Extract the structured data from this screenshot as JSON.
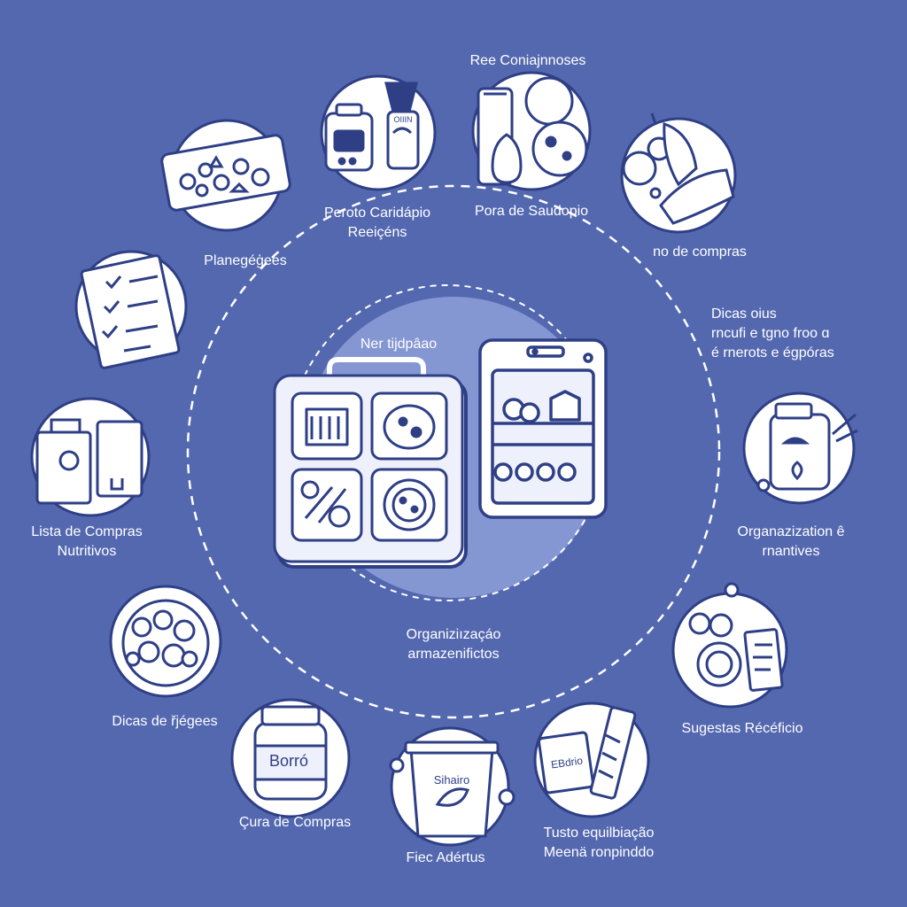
{
  "colors": {
    "background": "#5468b0",
    "line": "#ffffff",
    "ink": "#2e3f86",
    "glow": "#8ea0d8"
  },
  "center": {
    "top_label": "Ner tijdpâao",
    "bottom_label": [
      "Organiziızaçáo",
      "armazenifictos"
    ],
    "icons": [
      "lunchbox-icon",
      "refrigerator-icon"
    ]
  },
  "nodes": [
    {
      "id": "menu",
      "icon": "meal-tray-icon",
      "label": [
        "Planegéģees"
      ]
    },
    {
      "id": "jars",
      "icon": "jars-icon",
      "label": [
        "Peroto Caridápio",
        "Reeiçéns"
      ]
    },
    {
      "id": "produce",
      "icon": "produce-icon",
      "label": [
        "Ree Coniajnnoses",
        "Pora de Saudopio"
      ]
    },
    {
      "id": "fruits",
      "icon": "fruit-icon",
      "label": [
        "no de compras"
      ]
    },
    {
      "id": "tips",
      "icon": "none",
      "label": [
        "Dicas oius",
        "rncufi e tgno  froo ɑ",
        "é  rnerots e égpóɾas"
      ]
    },
    {
      "id": "storage",
      "icon": "storage-jar-icon",
      "label": [
        "Organazization ê",
        "rnantives"
      ]
    },
    {
      "id": "suggestions",
      "icon": "fruit-board-icon",
      "label": [
        "Sugestas  Récéficio"
      ]
    },
    {
      "id": "snacks",
      "icon": "snack-bar-icon",
      "label": [
        "Tusto equilbiação",
        "Meenä ronpinddo"
      ]
    },
    {
      "id": "bin",
      "icon": "bin-icon",
      "label": [
        "Fiec Adértus"
      ],
      "badge": "Sihairo"
    },
    {
      "id": "bottle",
      "icon": "container-icon",
      "label": [
        "Çura de Compras"
      ],
      "badge": "Borró"
    },
    {
      "id": "bowl",
      "icon": "bowl-icon",
      "label": [
        "Dicas de řjéɡees"
      ]
    },
    {
      "id": "shopping",
      "icon": "bags-icon",
      "label": [
        "Lista de Compras",
        "Nutritivos"
      ]
    },
    {
      "id": "checklist",
      "icon": "checklist-icon",
      "label": []
    }
  ],
  "extras": {
    "snack_pack_text": "EBdrio",
    "jar_tag_text": "OIIIN"
  }
}
